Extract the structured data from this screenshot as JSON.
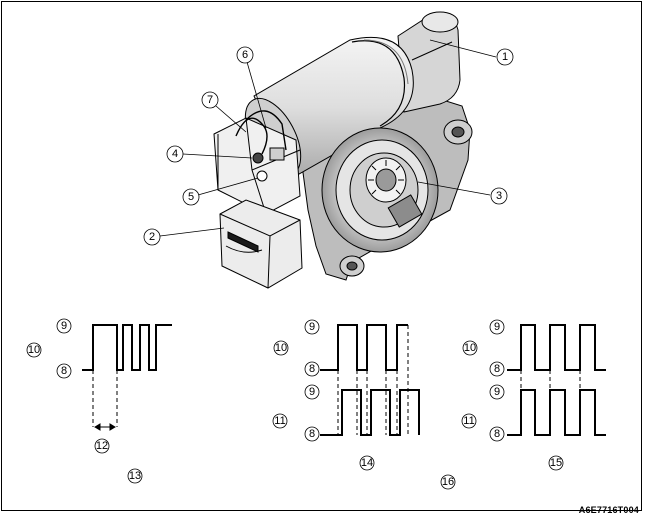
{
  "illustration": {
    "name": "actuator-assembly"
  },
  "callouts": [
    {
      "id": "c1",
      "label": "1"
    },
    {
      "id": "c2",
      "label": "2"
    },
    {
      "id": "c3",
      "label": "3"
    },
    {
      "id": "c4",
      "label": "4"
    },
    {
      "id": "c5",
      "label": "5"
    },
    {
      "id": "c6",
      "label": "6"
    },
    {
      "id": "c7",
      "label": "7"
    }
  ],
  "waveforms": {
    "high_label": "9",
    "low_label": "8",
    "axis_label_a": "10",
    "axis_label_b": "11",
    "period_label": "12",
    "panel_a_label": "13",
    "panel_b_label": "14",
    "panel_c_label": "15",
    "note_label": "16"
  },
  "reference_code": "A6E7716T004"
}
